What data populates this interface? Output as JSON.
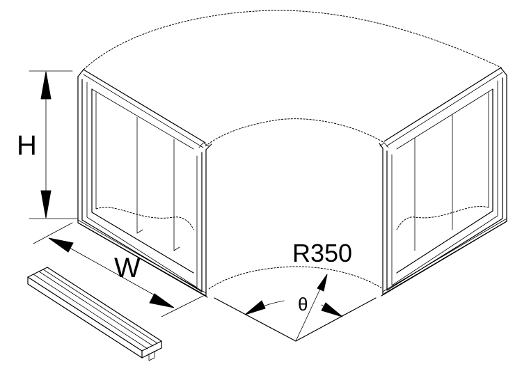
{
  "labels": {
    "height": "H",
    "width": "W",
    "radius": "R350",
    "angle": "θ"
  }
}
